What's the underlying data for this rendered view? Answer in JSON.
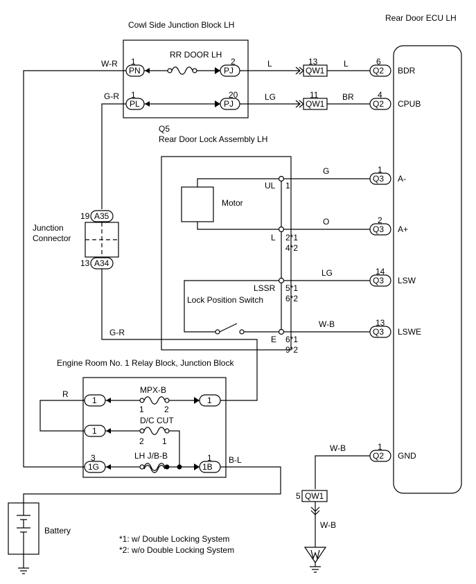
{
  "title_cowl_jb": "Cowl Side Junction Block LH",
  "title_ecu": "Rear Door ECU LH",
  "cowl_fuse": {
    "label": "RR DOOR LH"
  },
  "cowl_pins": [
    {
      "num": "1",
      "code": "PN"
    },
    {
      "num": "2",
      "code": "PJ"
    },
    {
      "num": "1",
      "code": "PL"
    },
    {
      "num": "20",
      "code": "PJ"
    }
  ],
  "wires": {
    "w_r": "W-R",
    "l_1": "L",
    "l_2": "L",
    "lg_1": "LG",
    "br": "BR",
    "g_r_1": "G-R",
    "g_r_2": "G-R",
    "g": "G",
    "o": "O",
    "lg_2": "LG",
    "w_b_1": "W-B",
    "r": "R",
    "b_l": "B-L",
    "w_b_2": "W-B",
    "w_b_3": "W-B"
  },
  "qw1_connectors": [
    {
      "num": "13",
      "code": "QW1"
    },
    {
      "num": "11",
      "code": "QW1"
    },
    {
      "num": "5",
      "code": "QW1"
    }
  ],
  "ecu_pins": [
    {
      "num": "6",
      "code": "Q2",
      "name": "BDR"
    },
    {
      "num": "4",
      "code": "Q2",
      "name": "CPUB"
    },
    {
      "num": "1",
      "code": "Q3",
      "name": "A-"
    },
    {
      "num": "2",
      "code": "Q3",
      "name": "A+"
    },
    {
      "num": "14",
      "code": "Q3",
      "name": "LSW"
    },
    {
      "num": "13",
      "code": "Q3",
      "name": "LSWE"
    },
    {
      "num": "1",
      "code": "Q2",
      "name": "GND"
    }
  ],
  "door_lock": {
    "id": "Q5",
    "title": "Rear Door Lock Assembly LH",
    "motor": "Motor",
    "switch": "Lock Position Switch",
    "terminals": [
      {
        "name": "UL",
        "pin": "1",
        "pin2": ""
      },
      {
        "name": "L",
        "pin": "2*1",
        "pin2": "4*2"
      },
      {
        "name": "LSSR",
        "pin": "5*1",
        "pin2": "6*2"
      },
      {
        "name": "E",
        "pin": "6*1",
        "pin2": "9*2"
      }
    ]
  },
  "junction_connector": {
    "label1": "Junction",
    "label2": "Connector",
    "top": {
      "num": "19",
      "code": "A35"
    },
    "bottom": {
      "num": "13",
      "code": "A34"
    }
  },
  "relay_block": {
    "title": "Engine Room No. 1 Relay Block, Junction Block",
    "fuses": [
      {
        "label": "MPX-B",
        "n1": "1",
        "n2": "2"
      },
      {
        "label": "D/C CUT",
        "n1": "2",
        "n2": "1"
      },
      {
        "label": "LH J/B-B",
        "n1": "",
        "n2": ""
      }
    ],
    "pins": [
      {
        "num": "",
        "code": "1"
      },
      {
        "num": "",
        "code": "1"
      },
      {
        "num": "",
        "code": "1"
      },
      {
        "num": "3",
        "code": "1G"
      },
      {
        "num": "1",
        "code": "1B"
      }
    ]
  },
  "battery": "Battery",
  "notes": [
    "*1: w/ Double Locking System",
    "*2: w/o Double Locking System"
  ]
}
